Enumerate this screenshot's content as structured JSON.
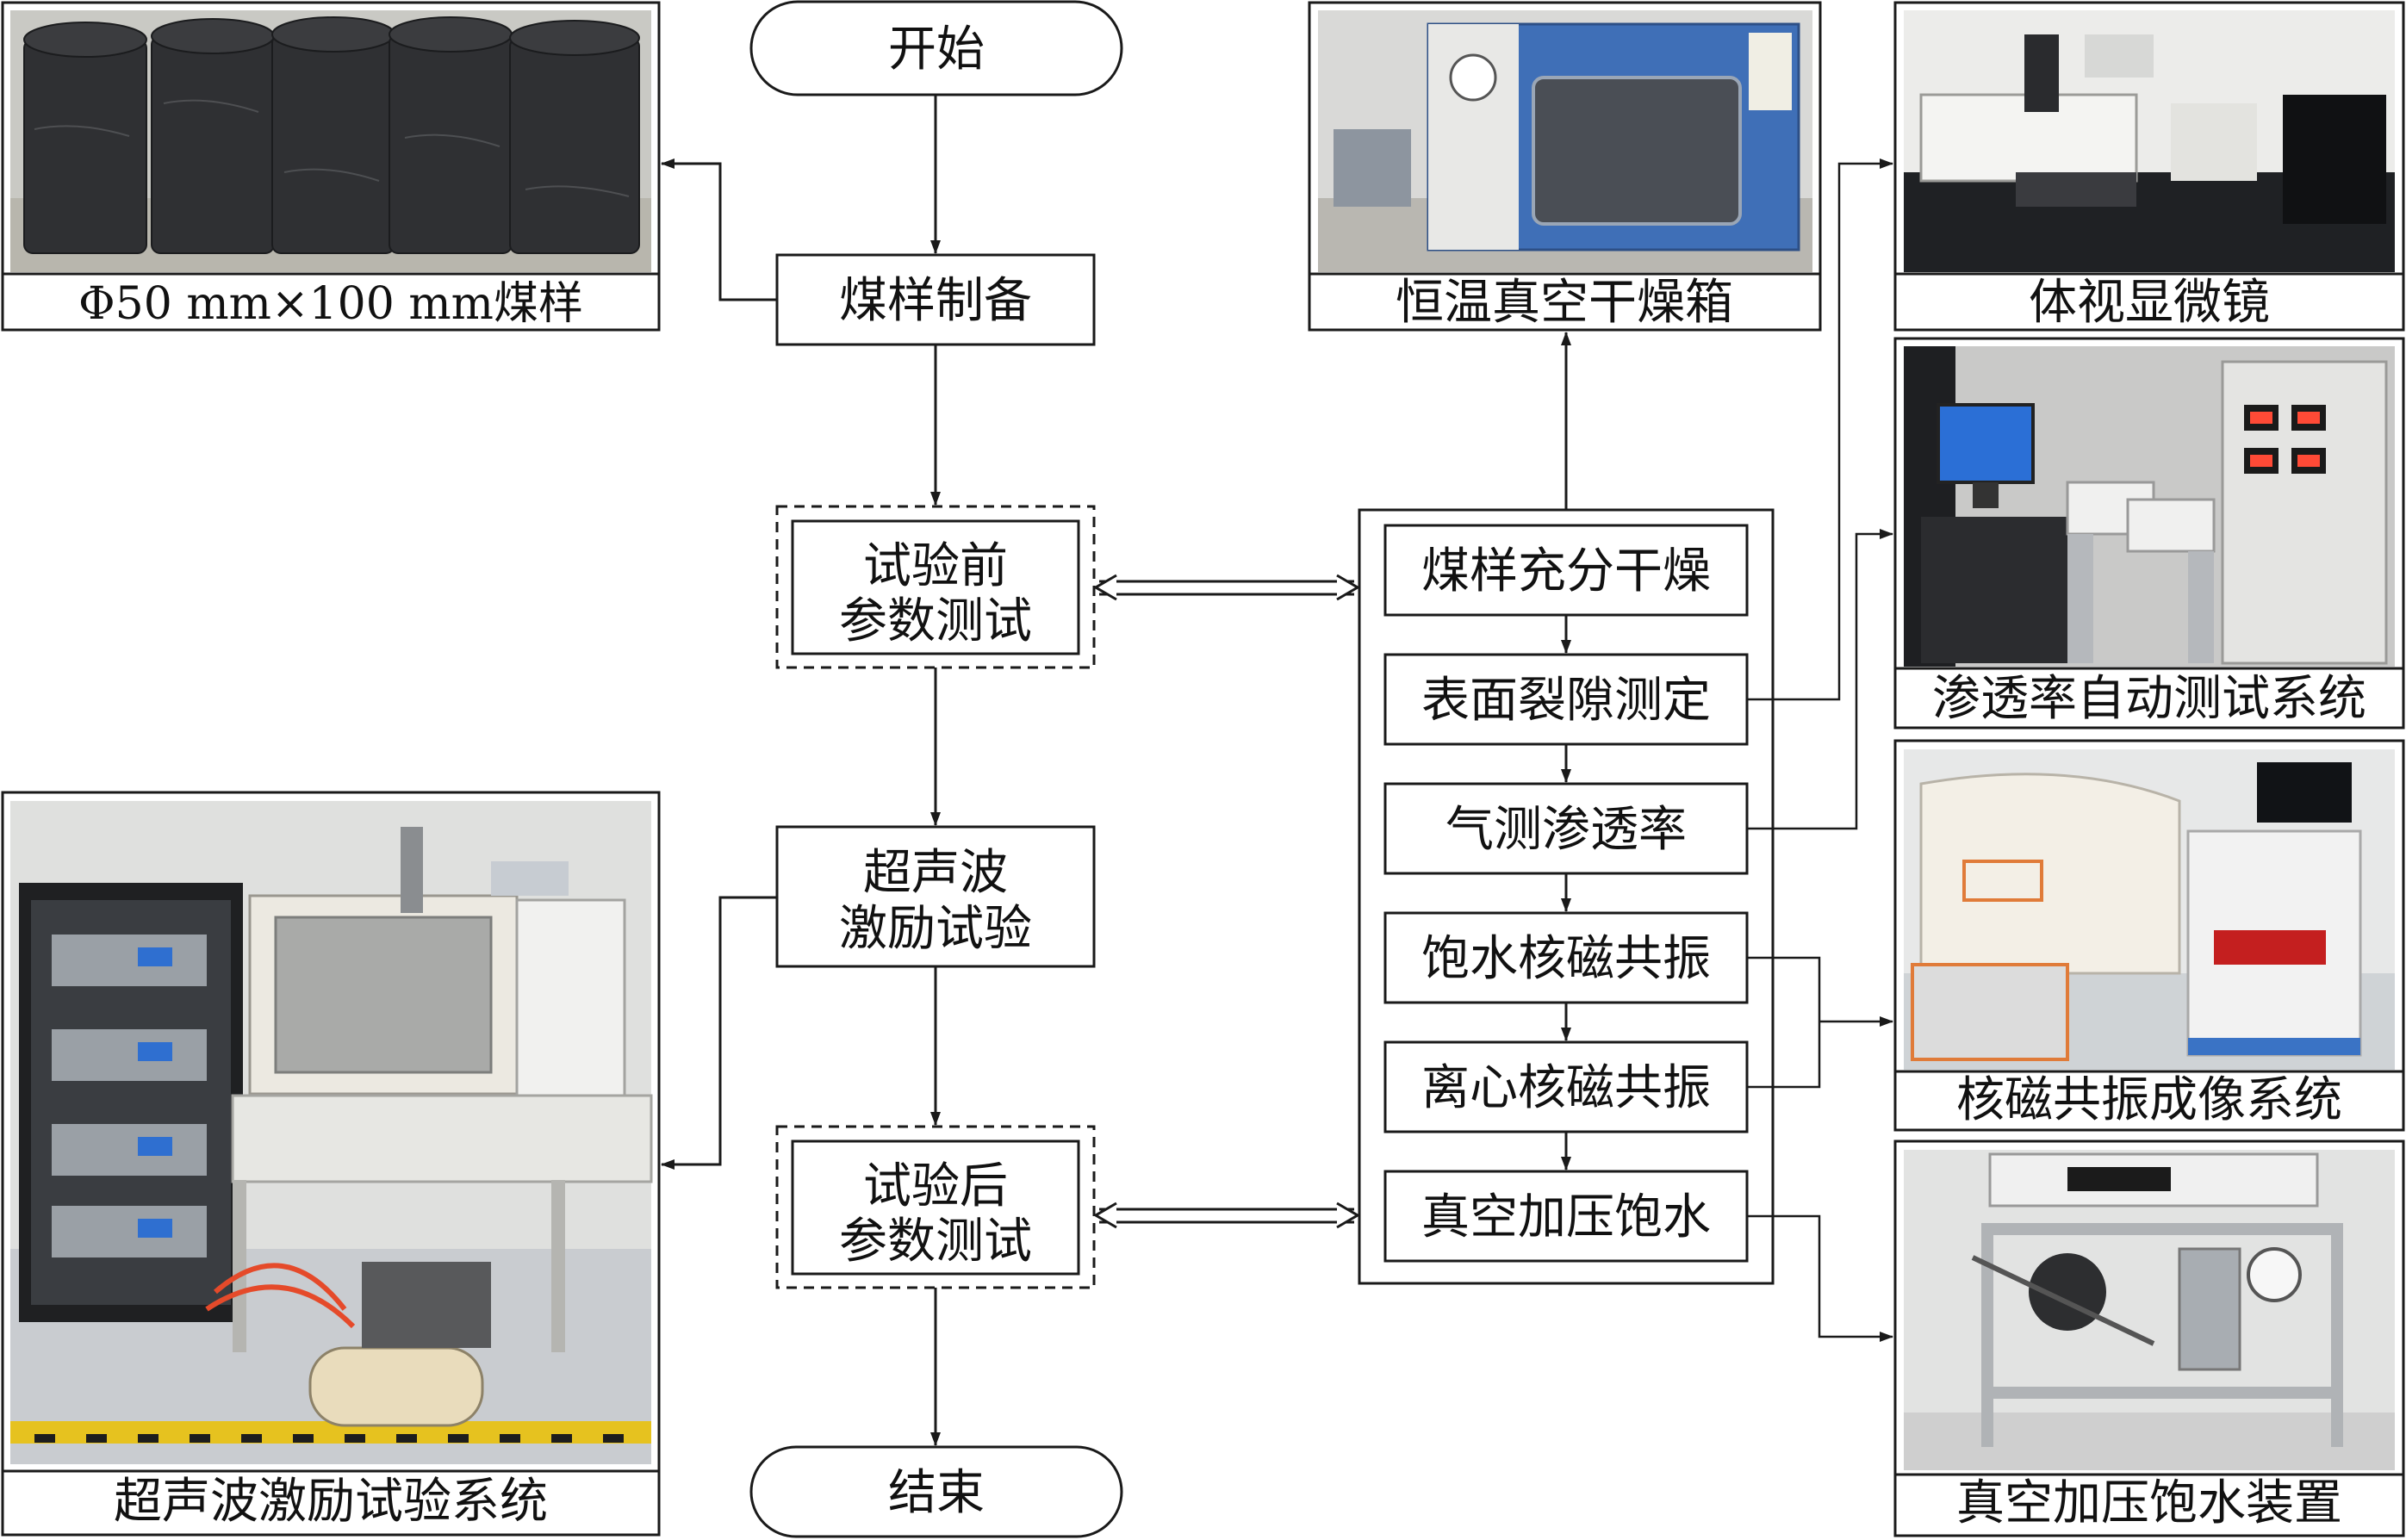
{
  "flow": {
    "start": "开始",
    "end": "结束",
    "prep": "煤样制备",
    "pre_test": [
      "试验前",
      "参数测试"
    ],
    "ultrasonic": [
      "超声波",
      "激励试验"
    ],
    "post_test": [
      "试验后",
      "参数测试"
    ]
  },
  "steps": [
    "煤样充分干燥",
    "表面裂隙测定",
    "气测渗透率",
    "饱水核磁共振",
    "离心核磁共振",
    "真空加压饱水"
  ],
  "photos": {
    "coal_samples": "Φ50 mm×100 mm煤样",
    "ultrasonic_system": "超声波激励试验系统",
    "drying_oven": "恒温真空干燥箱",
    "microscope": "体视显微镜",
    "permeability": "渗透率自动测试系统",
    "nmr": "核磁共振成像系统",
    "saturation": "真空加压饱水装置"
  },
  "colors": {
    "line": "#1a1a1a",
    "sample_dark": "#2f3033",
    "oven_blue": "#3f6fb7",
    "machine_white": "#e8e6e2",
    "nmr_accent": "#e07b39",
    "lab_floor": "#c9ccd0"
  }
}
